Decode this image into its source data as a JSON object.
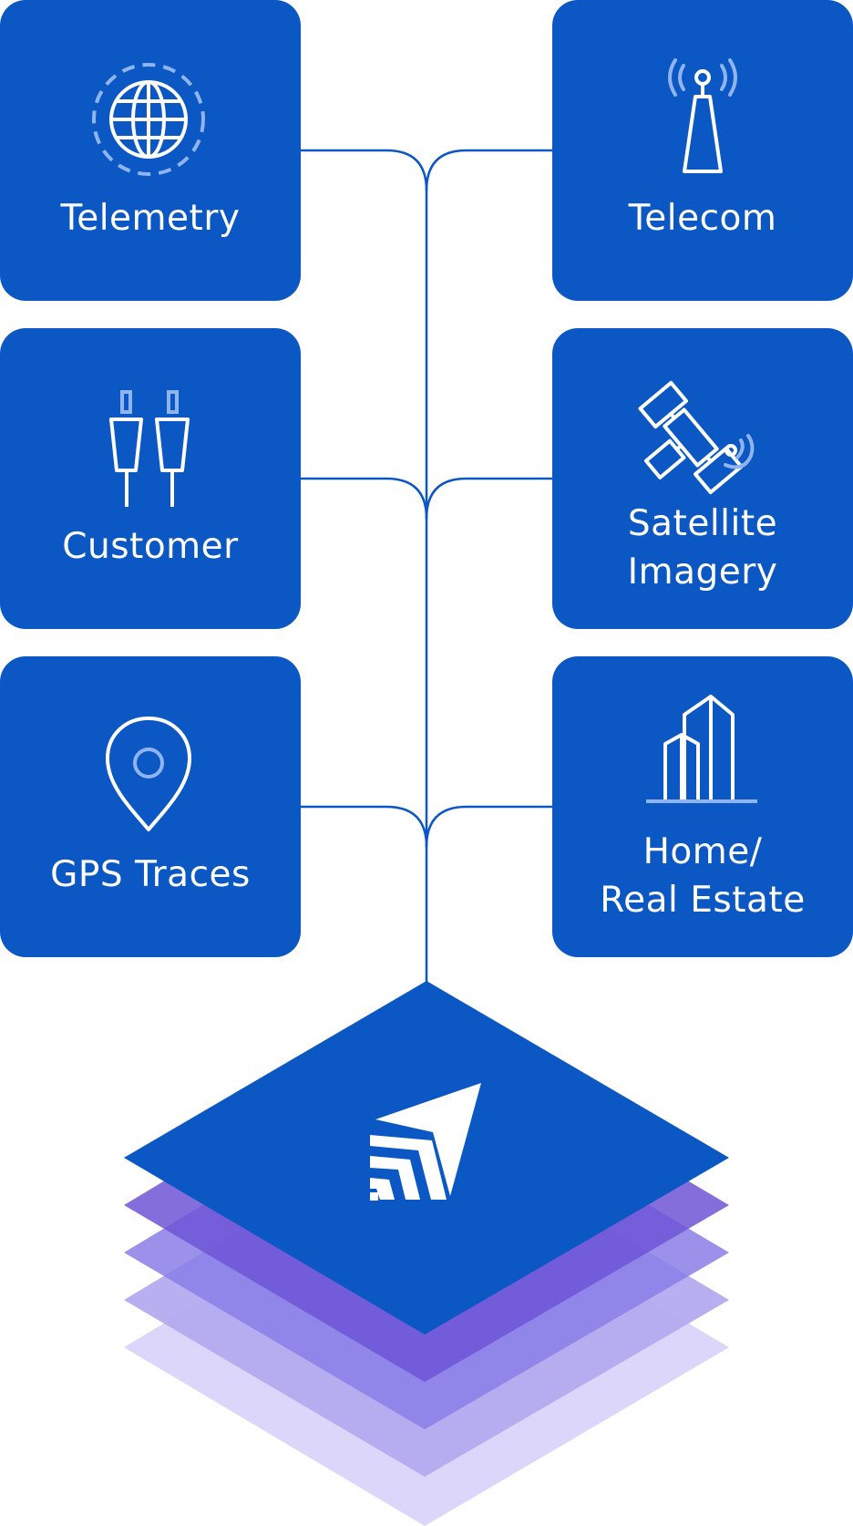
{
  "colors": {
    "card": "#0b57c3",
    "connector": "#0b57c3",
    "icon_accent": "#8fb4f0",
    "layer_top": "#0b57c3",
    "layers": [
      "#6d55d6",
      "#8a7ee6",
      "#b3abef",
      "#ddd6fb"
    ]
  },
  "sources": {
    "telemetry": {
      "label": "Telemetry",
      "icon": "globe-icon"
    },
    "telecom": {
      "label": "Telecom",
      "icon": "cell-tower-icon"
    },
    "customer": {
      "label": "Customer",
      "icon": "plug-connector-icon"
    },
    "satellite": {
      "label_line1": "Satellite",
      "label_line2": "Imagery",
      "icon": "satellite-icon"
    },
    "gps": {
      "label": "GPS Traces",
      "icon": "map-pin-icon"
    },
    "home": {
      "label_line1": "Home/",
      "label_line2": "Real Estate",
      "icon": "buildings-icon"
    }
  },
  "platform": {
    "icon": "navigation-arrow-logo-icon"
  }
}
